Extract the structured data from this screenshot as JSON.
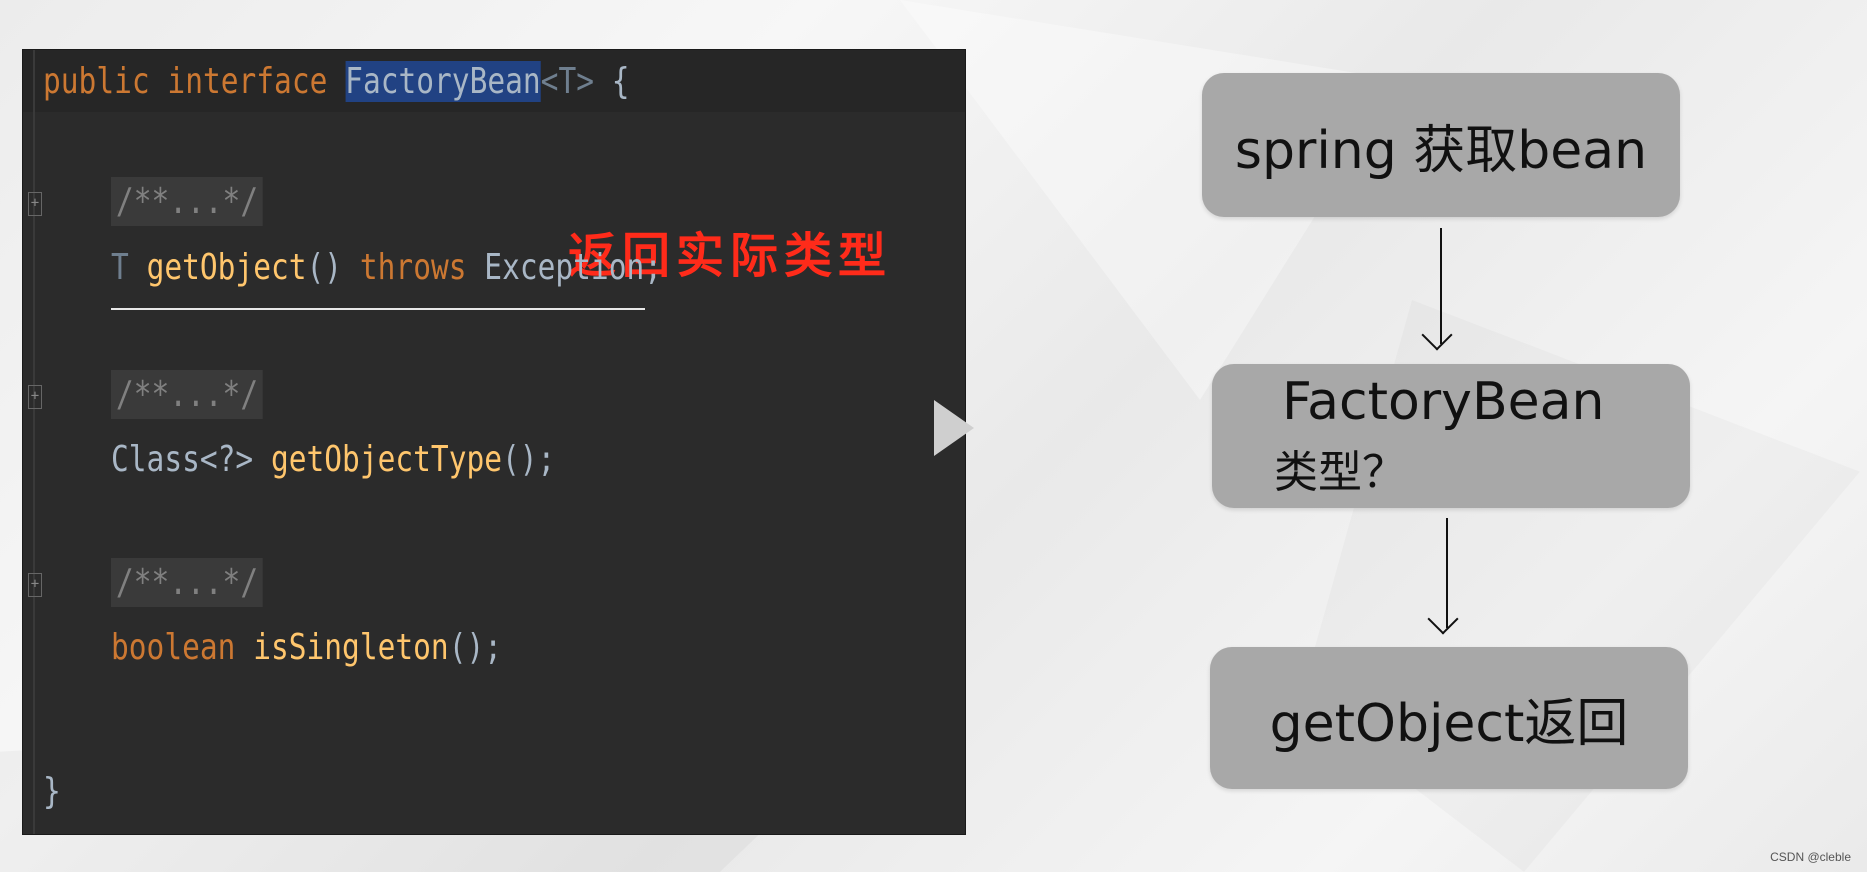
{
  "code": {
    "line1": {
      "kw1": "public",
      "kw2": "interface",
      "name": "FactoryBean",
      "generic": "<T>",
      "brace": "{"
    },
    "comment": "/**...*/",
    "line_getobject": {
      "type": "T",
      "fn": "getObject",
      "parens": "()",
      "kw": "throws",
      "exc": "Exception;"
    },
    "line_type": {
      "type": "Class<?>",
      "fn": "getObjectType",
      "rest": "();"
    },
    "line_singleton": {
      "kw": "boolean",
      "fn": "isSingleton",
      "rest": "();"
    },
    "close_brace": "}",
    "fold_marker": "+"
  },
  "annotation": "返回实际类型",
  "flow": {
    "step1": "spring 获取bean",
    "step2_line1": "FactoryBean",
    "step2_line2": "类型？",
    "step3": "getObject返回"
  },
  "watermark": "CSDN @cleble"
}
